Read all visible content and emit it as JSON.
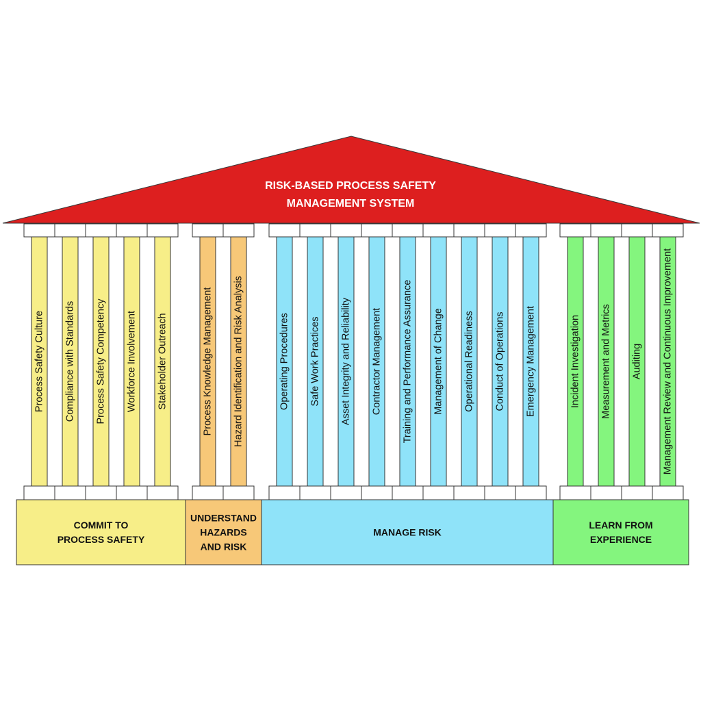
{
  "roof": {
    "title_line1": "RISK-BASED PROCESS SAFETY",
    "title_line2": "MANAGEMENT SYSTEM",
    "color": "#dd1f1f"
  },
  "groups": [
    {
      "id": "commit",
      "label_lines": [
        "COMMIT TO",
        "PROCESS SAFETY"
      ],
      "color": "#f7ee88",
      "pillars": [
        "Process Safety Culture",
        "Compliance with Standards",
        "Process Safety Competency",
        "Workforce Involvement",
        "Stakeholder Outreach"
      ]
    },
    {
      "id": "understand",
      "label_lines": [
        "UNDERSTAND",
        "HAZARDS",
        "AND RISK"
      ],
      "color": "#f7c878",
      "pillars": [
        "Process Knowledge Management",
        "Hazard Identification and Risk Analysis"
      ]
    },
    {
      "id": "manage",
      "label_lines": [
        "MANAGE RISK"
      ],
      "color": "#8fe3f9",
      "pillars": [
        "Operating Procedures",
        "Safe Work Practices",
        "Asset Integrity and Reliability",
        "Contractor Management",
        "Training and Performance Assurance",
        "Management of Change",
        "Operational Readiness",
        "Conduct of Operations",
        "Emergency Management"
      ]
    },
    {
      "id": "learn",
      "label_lines": [
        "LEARN FROM",
        "EXPERIENCE"
      ],
      "color": "#84f57e",
      "pillars": [
        "Incident Investigation",
        "Measurement and Metrics",
        "Auditing",
        "Management Review and Continuous Improvement"
      ]
    }
  ]
}
